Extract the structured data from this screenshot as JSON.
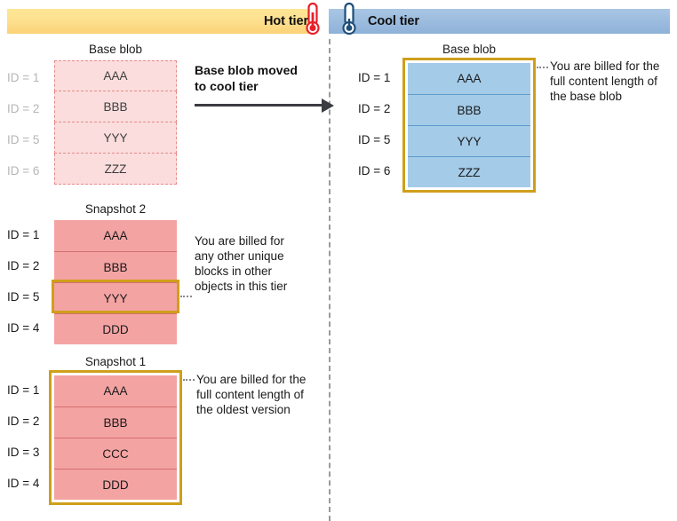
{
  "tiers": {
    "hot": {
      "label": "Hot tier",
      "icon": "thermometer-hot-icon",
      "color": "#fde190"
    },
    "cool": {
      "label": "Cool tier",
      "icon": "thermometer-cool-icon",
      "color": "#9dbddf"
    }
  },
  "transition": {
    "label_line1": "Base blob moved",
    "label_line2": "to cool tier",
    "icon": "arrow-right-icon"
  },
  "hot_tier": {
    "base_blob": {
      "title": "Base blob",
      "state": "moved",
      "rows": [
        {
          "id": "ID = 1",
          "block": "AAA"
        },
        {
          "id": "ID = 2",
          "block": "BBB"
        },
        {
          "id": "ID = 5",
          "block": "YYY"
        },
        {
          "id": "ID = 6",
          "block": "ZZZ"
        }
      ]
    },
    "snapshot_2": {
      "title": "Snapshot 2",
      "rows": [
        {
          "id": "ID = 1",
          "block": "AAA",
          "highlighted": false
        },
        {
          "id": "ID = 2",
          "block": "BBB",
          "highlighted": false
        },
        {
          "id": "ID = 5",
          "block": "YYY",
          "highlighted": true
        },
        {
          "id": "ID = 4",
          "block": "DDD",
          "highlighted": false
        }
      ],
      "callout": "You are billed for any other unique blocks in other objects in this tier"
    },
    "snapshot_1": {
      "title": "Snapshot 1",
      "rows": [
        {
          "id": "ID = 1",
          "block": "AAA"
        },
        {
          "id": "ID = 2",
          "block": "BBB"
        },
        {
          "id": "ID = 3",
          "block": "CCC"
        },
        {
          "id": "ID = 4",
          "block": "DDD"
        }
      ],
      "callout": "You are billed for the full content length of the oldest version"
    }
  },
  "cool_tier": {
    "base_blob": {
      "title": "Base blob",
      "rows": [
        {
          "id": "ID = 1",
          "block": "AAA"
        },
        {
          "id": "ID = 2",
          "block": "BBB"
        },
        {
          "id": "ID = 5",
          "block": "YYY"
        },
        {
          "id": "ID = 6",
          "block": "ZZZ"
        }
      ],
      "callout": "You are billed for the full content length of the base blob"
    }
  },
  "colors": {
    "hot_block": "#f4a3a3",
    "hot_block_faded": "#fbdddd",
    "cool_block": "#a4cbe8",
    "highlight_border": "#cf9f1b",
    "arrow": "#3b3b42"
  }
}
